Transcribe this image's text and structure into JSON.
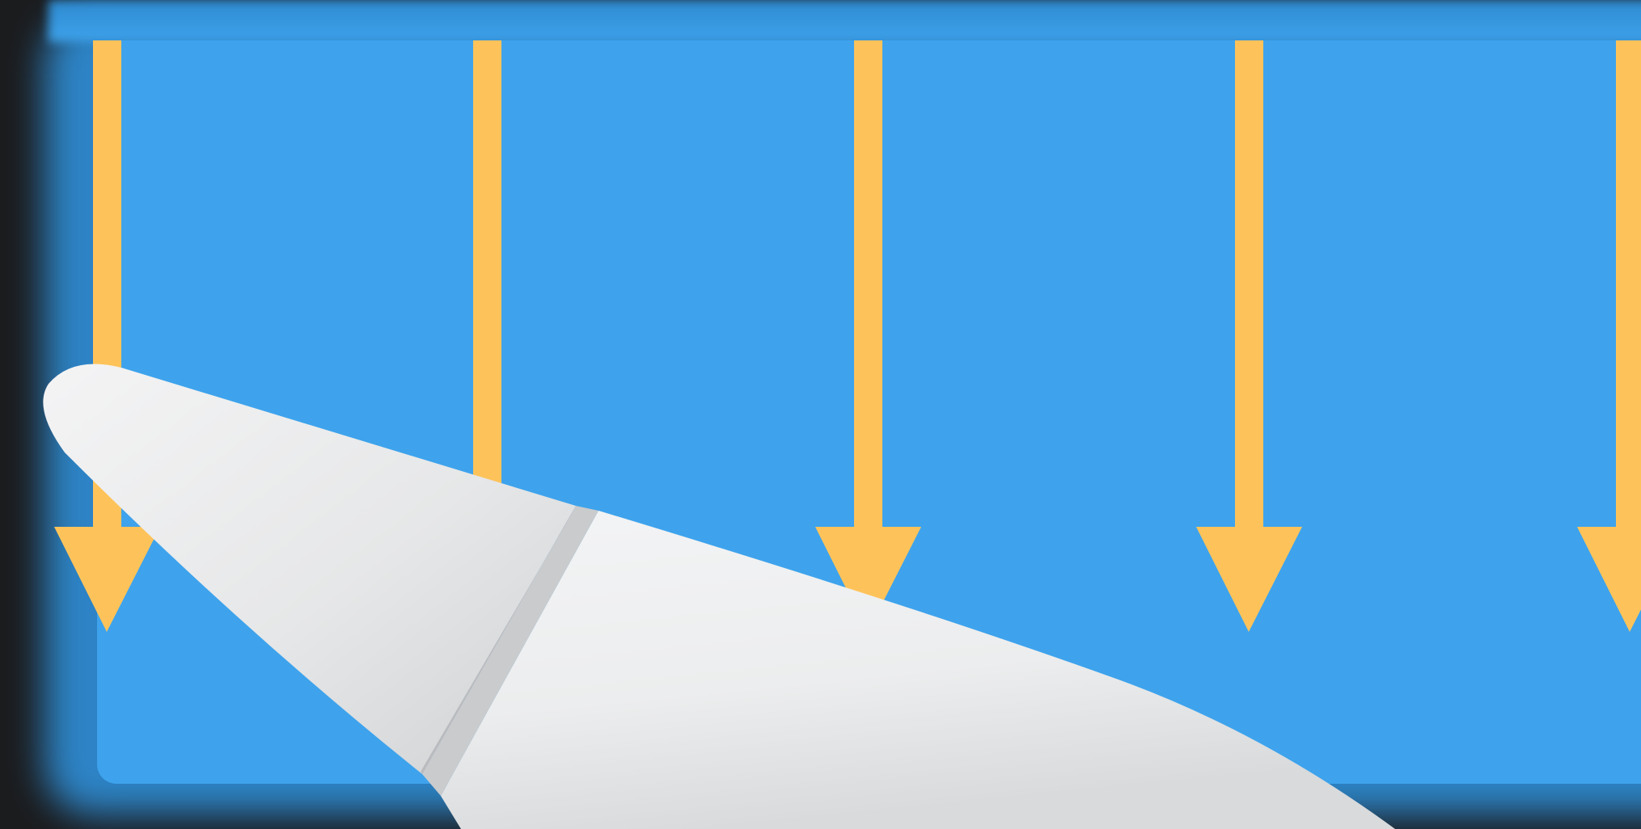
{
  "scene": {
    "description_name": "touch-display-with-stylus",
    "colors": {
      "background": "#1b1c1e",
      "display": "#3ea3ec",
      "arrow": "#fdc35a",
      "stylus": "#eeeff0"
    },
    "arrows": [
      {
        "id": 1,
        "direction": "down"
      },
      {
        "id": 2,
        "direction": "down"
      },
      {
        "id": 3,
        "direction": "down"
      },
      {
        "id": 4,
        "direction": "down"
      },
      {
        "id": 5,
        "direction": "down"
      }
    ],
    "icons": [
      "arrow-down-icon",
      "stylus-pencil-icon"
    ]
  }
}
